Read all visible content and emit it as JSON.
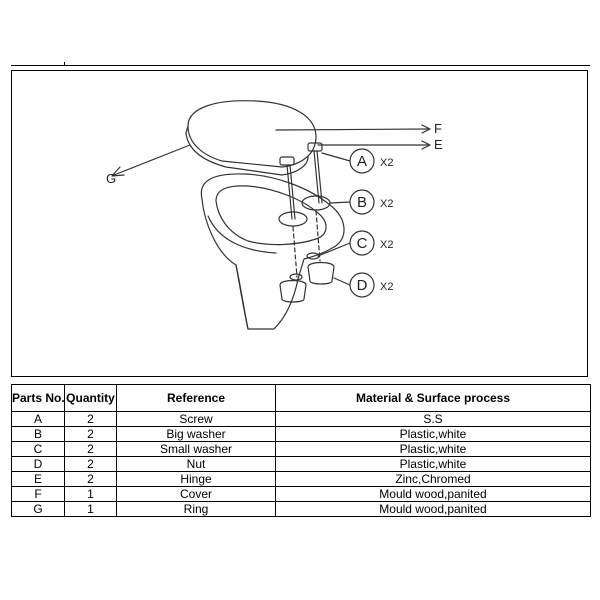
{
  "figure": {
    "callouts": {
      "F": "F",
      "E": "E",
      "G": "G",
      "A": "A",
      "B": "B",
      "C": "C",
      "D": "D"
    },
    "quantity_marks": {
      "A": "X2",
      "B": "X2",
      "C": "X2",
      "D": "X2"
    }
  },
  "table": {
    "headers": [
      "Parts No.",
      "Quantity",
      "Reference",
      "Material & Surface process"
    ],
    "rows": [
      [
        "A",
        "2",
        "Screw",
        "S.S"
      ],
      [
        "B",
        "2",
        "Big washer",
        "Plastic,white"
      ],
      [
        "C",
        "2",
        "Small washer",
        "Plastic,white"
      ],
      [
        "D",
        "2",
        "Nut",
        "Plastic,white"
      ],
      [
        "E",
        "2",
        "Hinge",
        "Zinc,Chromed"
      ],
      [
        "F",
        "1",
        "Cover",
        "Mould wood,panited"
      ],
      [
        "G",
        "1",
        "Ring",
        "Mould wood,panited"
      ]
    ]
  },
  "colors": {
    "line": "#333333",
    "border": "#000000",
    "background": "#ffffff"
  }
}
